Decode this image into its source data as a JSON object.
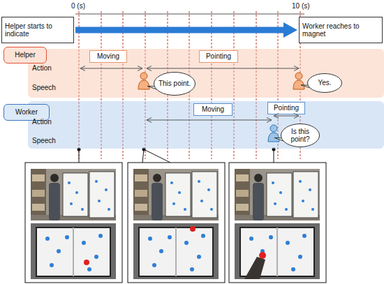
{
  "diagram": {
    "nodes": [
      {
        "text": [
          "Helper starts to indicate"
        ]
      },
      {
        "text": [
          "Worker reaches to magnet"
        ]
      },
      {
        "text": [
          "Action",
          "Speech"
        ]
      },
      {
        "text": [
          "Helper"
        ],
        "in": 2
      },
      {
        "text": [
          "Moving"
        ],
        "in": 2
      },
      {
        "text": [
          "Pointing"
        ],
        "in": 2
      },
      {
        "text": [
          "This point."
        ],
        "in": 2
      },
      {
        "text": [
          "Yes."
        ],
        "in": 2
      },
      {
        "text": [
          "Action",
          "Speech"
        ]
      },
      {
        "text": [
          "Worker"
        ],
        "in": 8
      },
      {
        "text": [
          "Moving"
        ],
        "in": 8
      },
      {
        "text": [
          "Pointing"
        ],
        "in": 8
      },
      {
        "text": [
          "Is this point?"
        ],
        "in": 8
      }
    ],
    "edges": [
      {
        "from": 0,
        "to": 1,
        "arrow": "to"
      }
    ],
    "labels": [
      "0 (s)",
      "10 (s)"
    ]
  }
}
